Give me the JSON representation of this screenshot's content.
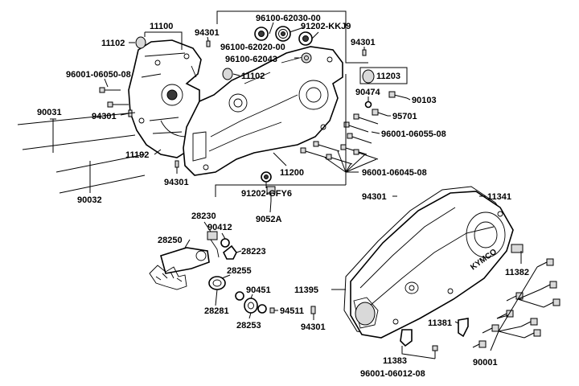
{
  "labels": {
    "p11100": "11100",
    "p11102a": "11102",
    "p94301a": "94301",
    "p96100_62030": "96100-62030-00",
    "p91202_kkj9": "91202-KKJ9",
    "p96100_62020": "96100-62020-00",
    "p96100_62043": "96100-62043",
    "p94301b": "94301",
    "p96001_06050": "96001-06050-08",
    "p11102b": "11102",
    "p11203": "11203",
    "p90474": "90474",
    "p90103": "90103",
    "p90031": "90031",
    "p94301c": "94301",
    "p95701": "95701",
    "p96001_06055": "96001-06055-08",
    "p11192": "11192",
    "p11200": "11200",
    "p96001_06045": "96001-06045-08",
    "p94301d": "94301",
    "p90032": "90032",
    "p91202_gfy6": "91202-GFY6",
    "p9052a": "9052A",
    "p94301e": "94301",
    "p11341": "11341",
    "p28230": "28230",
    "p90412": "90412",
    "p28250": "28250",
    "p28223": "28223",
    "p11382": "11382",
    "p28255": "28255",
    "p11395": "11395",
    "p90451": "90451",
    "p28281": "28281",
    "p94511": "94511",
    "p28253": "28253",
    "p94301f": "94301",
    "p11381": "11381",
    "p11383": "11383",
    "p90001": "90001",
    "p96001_06012": "96001-06012-08"
  },
  "brand_mark": "KYMCO"
}
